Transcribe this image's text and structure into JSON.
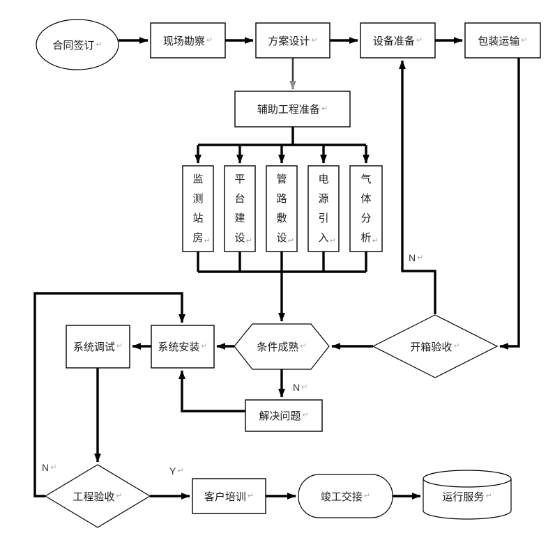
{
  "flowchart": {
    "return_mark": "↵",
    "nodes": {
      "contract_sign": {
        "label": "合同签订",
        "shape": "ellipse"
      },
      "site_survey": {
        "label": "现场勘察",
        "shape": "rect"
      },
      "scheme_design": {
        "label": "方案设计",
        "shape": "rect"
      },
      "equipment_prep": {
        "label": "设备准备",
        "shape": "rect"
      },
      "packing_transport": {
        "label": "包装运输",
        "shape": "rect"
      },
      "aux_engineering_prep": {
        "label": "辅助工程准备",
        "shape": "rect"
      },
      "monitoring_station": {
        "label": "监测站房",
        "chars": [
          "监",
          "测",
          "站",
          "房"
        ],
        "shape": "rect-vertical"
      },
      "platform_construction": {
        "label": "平台建设",
        "chars": [
          "平",
          "台",
          "建",
          "设"
        ],
        "shape": "rect-vertical"
      },
      "pipeline_laying": {
        "label": "管路敷设",
        "chars": [
          "管",
          "路",
          "敷",
          "设"
        ],
        "shape": "rect-vertical"
      },
      "power_intro": {
        "label": "电源引入",
        "chars": [
          "电",
          "源",
          "引",
          "入"
        ],
        "shape": "rect-vertical"
      },
      "gas_analysis": {
        "label": "气体分析",
        "chars": [
          "气",
          "体",
          "分",
          "析"
        ],
        "shape": "rect-vertical"
      },
      "conditions_ready": {
        "label": "条件成熟",
        "shape": "hexagon"
      },
      "unpacking_inspection": {
        "label": "开箱验收",
        "shape": "diamond"
      },
      "system_install": {
        "label": "系统安装",
        "shape": "rect"
      },
      "system_debug": {
        "label": "系统调试",
        "shape": "rect"
      },
      "solve_problem": {
        "label": "解决问题",
        "shape": "rect"
      },
      "project_acceptance": {
        "label": "工程验收",
        "shape": "diamond"
      },
      "customer_training": {
        "label": "客户培训",
        "shape": "rect"
      },
      "completion_handover": {
        "label": "竣工交接",
        "shape": "stadium"
      },
      "operation_service": {
        "label": "运行服务",
        "shape": "cylinder"
      }
    },
    "branch_labels": {
      "unpacking_no": "N",
      "conditions_no": "N",
      "acceptance_no": "N",
      "acceptance_yes": "Y"
    },
    "colors": {
      "line": "#000000",
      "soft_arrow_line": "#3d3d3d",
      "soft_arrow_head": "#8c8c8c",
      "return_mark": "#a6a6a6",
      "background": "#ffffff"
    }
  }
}
